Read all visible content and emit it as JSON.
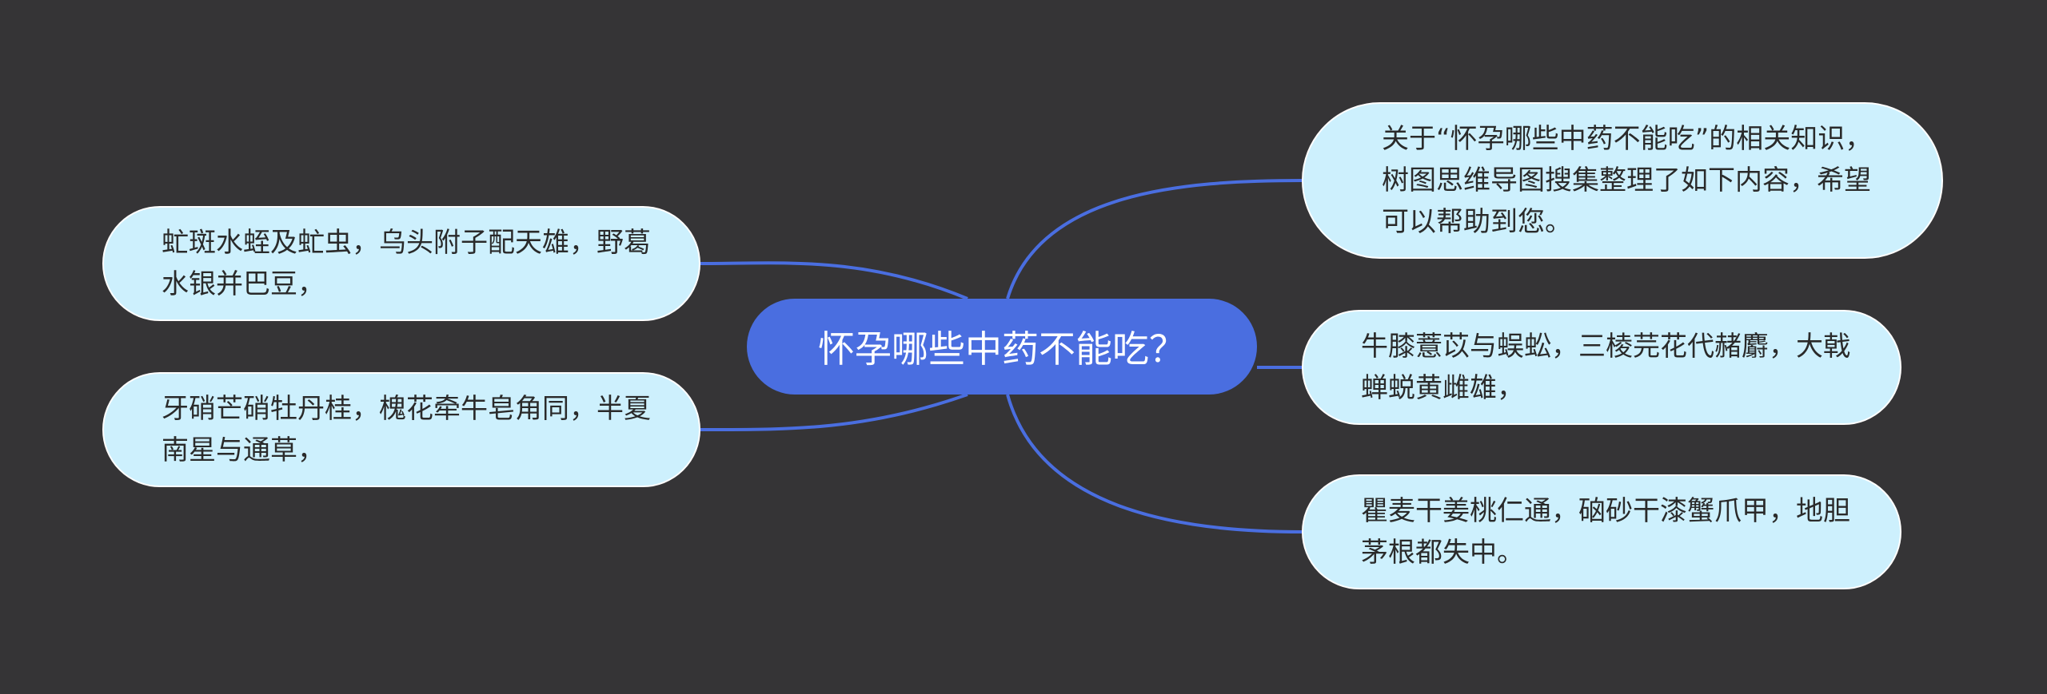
{
  "diagram": {
    "center": {
      "label": "怀孕哪些中药不能吃？"
    },
    "nodes": [
      {
        "id": "left1",
        "text": "虻斑水蛭及虻虫，乌头附子配天雄，野葛水银并巴豆，"
      },
      {
        "id": "left2",
        "text": "牙硝芒硝牡丹桂，槐花牵牛皂角同，半夏南星与通草，"
      },
      {
        "id": "right1",
        "text": "关于“怀孕哪些中药不能吃”的相关知识，树图思维导图搜集整理了如下内容，希望可以帮助到您。"
      },
      {
        "id": "right2",
        "text": "牛膝薏苡与蜈蚣，三棱芫花代赭麝，大戟蝉蜕黄雌雄，"
      },
      {
        "id": "right3",
        "text": "瞿麦干姜桃仁通，硇砂干漆蟹爪甲，地胆茅根都失中。"
      }
    ]
  },
  "colors": {
    "background": "#353436",
    "center_fill": "#4a6ee0",
    "node_fill": "#cdf0fd",
    "connector": "#4a6ee0"
  }
}
